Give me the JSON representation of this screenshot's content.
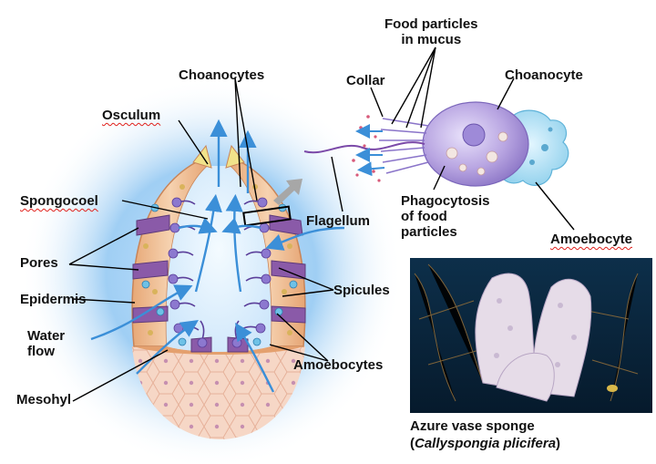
{
  "labels": {
    "food_particles": [
      "Food particles",
      "in mucus"
    ],
    "choanocytes": "Choanocytes",
    "collar": "Collar",
    "choanocyte": "Choanocyte",
    "osculum": "Osculum",
    "spongocoel": "Spongocoel",
    "flagellum": "Flagellum",
    "phagocytosis": [
      "Phagocytosis",
      "of food",
      "particles"
    ],
    "amoebocyte": "Amoebocyte",
    "pores": "Pores",
    "epidermis": "Epidermis",
    "spicules": "Spicules",
    "water_flow": [
      "Water",
      "flow"
    ],
    "amoebocytes": "Amoebocytes",
    "mesohyl": "Mesohyl"
  },
  "photo": {
    "caption_line1": "Azure vase sponge",
    "caption_paren_open": "(",
    "caption_species": "Callyspongia plicifera",
    "caption_paren_close": ")"
  },
  "colors": {
    "water_arrow": "#3b8fd8",
    "sponge_wall": "#f2c29a",
    "choanocyte_cell": "#b9a6e2",
    "amoebocyte_cell": "#9fd7ef",
    "leader_line": "#000000",
    "misspelling_marker": "#e0201b"
  }
}
